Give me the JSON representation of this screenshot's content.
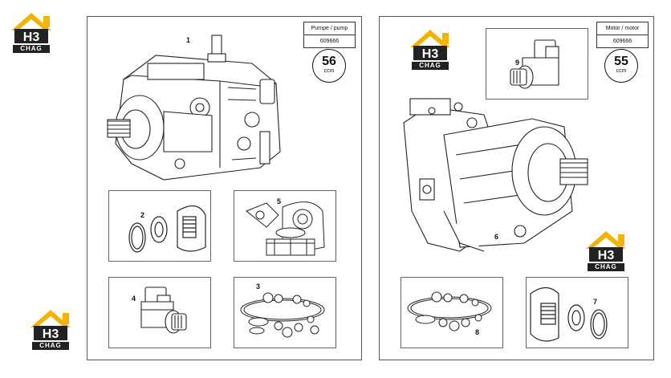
{
  "pump_sheet": {
    "header_title": "Pumpe / pump",
    "header_code": "609666",
    "badge_value": "56",
    "badge_unit": "ccm",
    "callouts": [
      "1",
      "2",
      "3",
      "4",
      "5"
    ]
  },
  "motor_sheet": {
    "header_title": "Motor / motor",
    "header_code": "609666",
    "badge_value": "55",
    "badge_unit": "ccm",
    "callouts": [
      "6",
      "7",
      "8",
      "9"
    ]
  },
  "logo": {
    "text": "CHAG",
    "mark": "H3",
    "colors": {
      "yellow": "#f2b400",
      "dark": "#222222"
    }
  }
}
